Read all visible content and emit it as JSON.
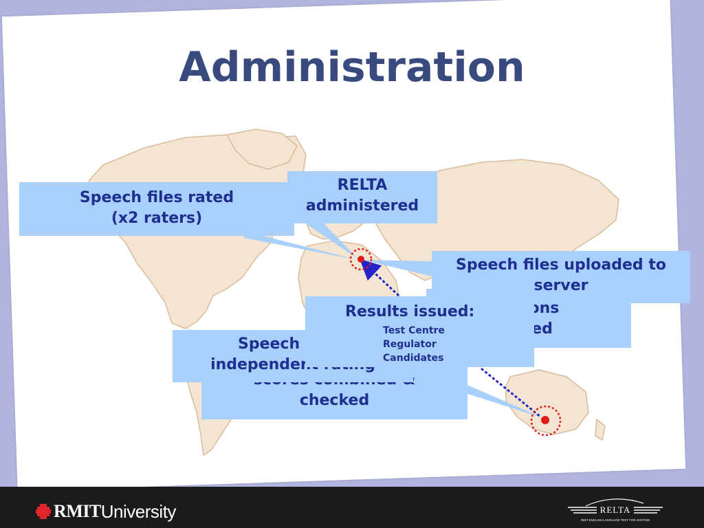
{
  "slide": {
    "title": "Administration"
  },
  "boxes": {
    "rated": {
      "lines": [
        "Speech files rated",
        "(x2 raters)"
      ]
    },
    "administered": {
      "lines": [
        "RELTA",
        "administered"
      ]
    },
    "uploaded": {
      "lines": [
        "Speech files uploaded to",
        "server"
      ]
    },
    "versions": {
      "lines": [
        "rsions",
        "tched"
      ]
    },
    "results": {
      "heading": "Results issued:",
      "items": [
        "Test Centre",
        "Regulator",
        "Candidates"
      ]
    },
    "distributed": {
      "lines": [
        "Speech file d",
        "independent rating"
      ]
    },
    "scores": {
      "lines": [
        "scores combined &",
        "checked"
      ]
    }
  },
  "footer": {
    "university_bold": "RMIT",
    "university_rest": "University",
    "logo_text": "RELTA",
    "logo_subtext": "RMIT ENGLISH LANGUAGE TEST FOR AVIATION"
  },
  "colors": {
    "background": "#b1b4de",
    "title": "#394a7f",
    "box_fill": "#a9d0fa",
    "box_text": "#1d2f8f",
    "marker": "#e01b1b",
    "arrow": "#2424c8",
    "footer": "#1b1b1b"
  }
}
